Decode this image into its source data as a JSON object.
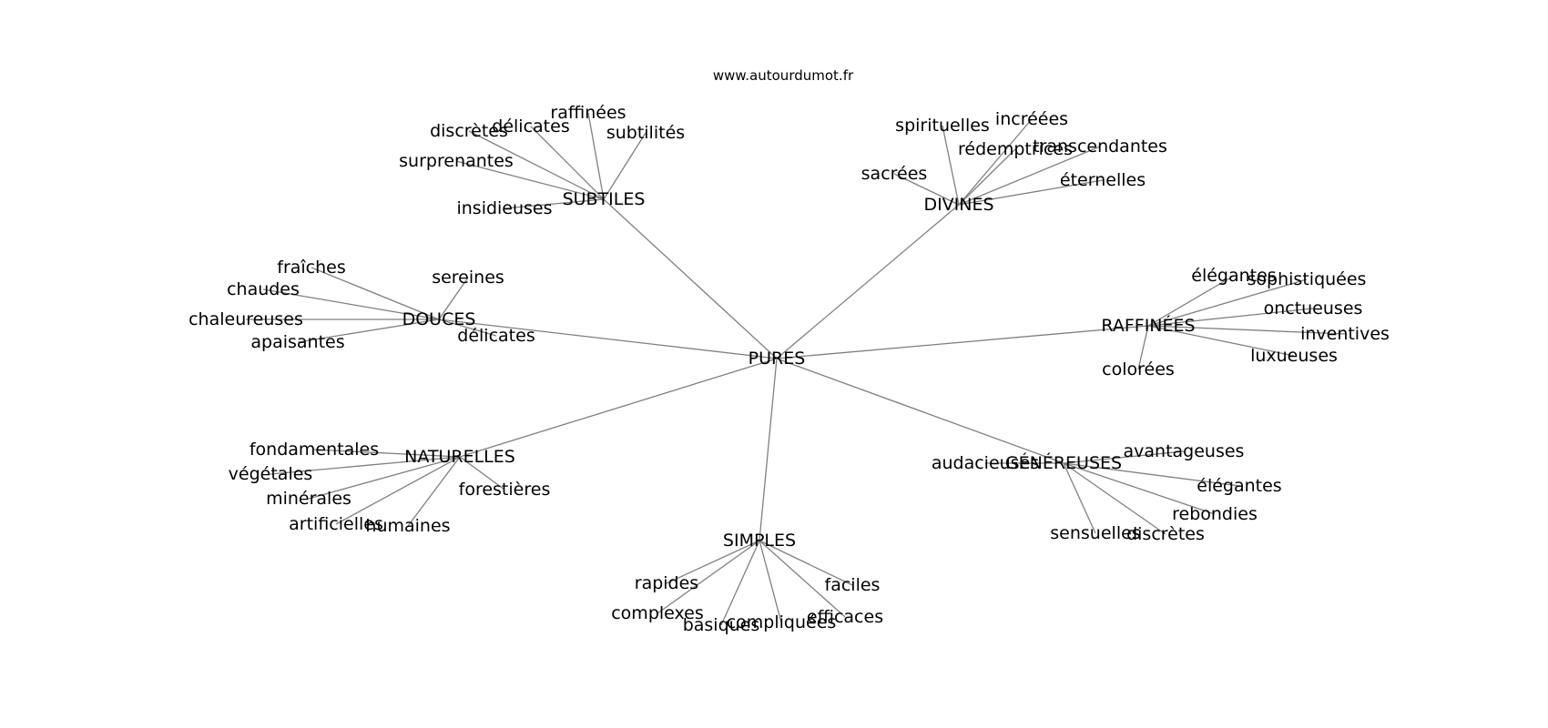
{
  "header": {
    "site": "www.autourdumot.fr"
  },
  "center": "PURES",
  "clusters": [
    {
      "hub": "SUBTILES",
      "leaves": [
        "discrètes",
        "délicates",
        "raffinées",
        "subtilités",
        "surprenantes",
        "insidieuses"
      ]
    },
    {
      "hub": "DIVINES",
      "leaves": [
        "spirituelles",
        "incréées",
        "rédemptrices",
        "transcendantes",
        "sacrées",
        "éternelles"
      ]
    },
    {
      "hub": "DOUCES",
      "leaves": [
        "fraîches",
        "chaudes",
        "sereines",
        "chaleureuses",
        "apaisantes",
        "délicates"
      ]
    },
    {
      "hub": "RAFFINÉES",
      "leaves": [
        "élégantes",
        "sophistiquées",
        "onctueuses",
        "inventives",
        "luxueuses",
        "colorées"
      ]
    },
    {
      "hub": "NATURELLES",
      "leaves": [
        "fondamentales",
        "végétales",
        "minérales",
        "artificielles",
        "humaines",
        "forestières"
      ]
    },
    {
      "hub": "GÉNÉREUSES",
      "leaves": [
        "avantageuses",
        "audacieuses",
        "élégantes",
        "rebondies",
        "sensuelles",
        "discrètes"
      ]
    },
    {
      "hub": "SIMPLES",
      "leaves": [
        "rapides",
        "faciles",
        "complexes",
        "efficaces",
        "basiques",
        "compliquées"
      ]
    }
  ]
}
